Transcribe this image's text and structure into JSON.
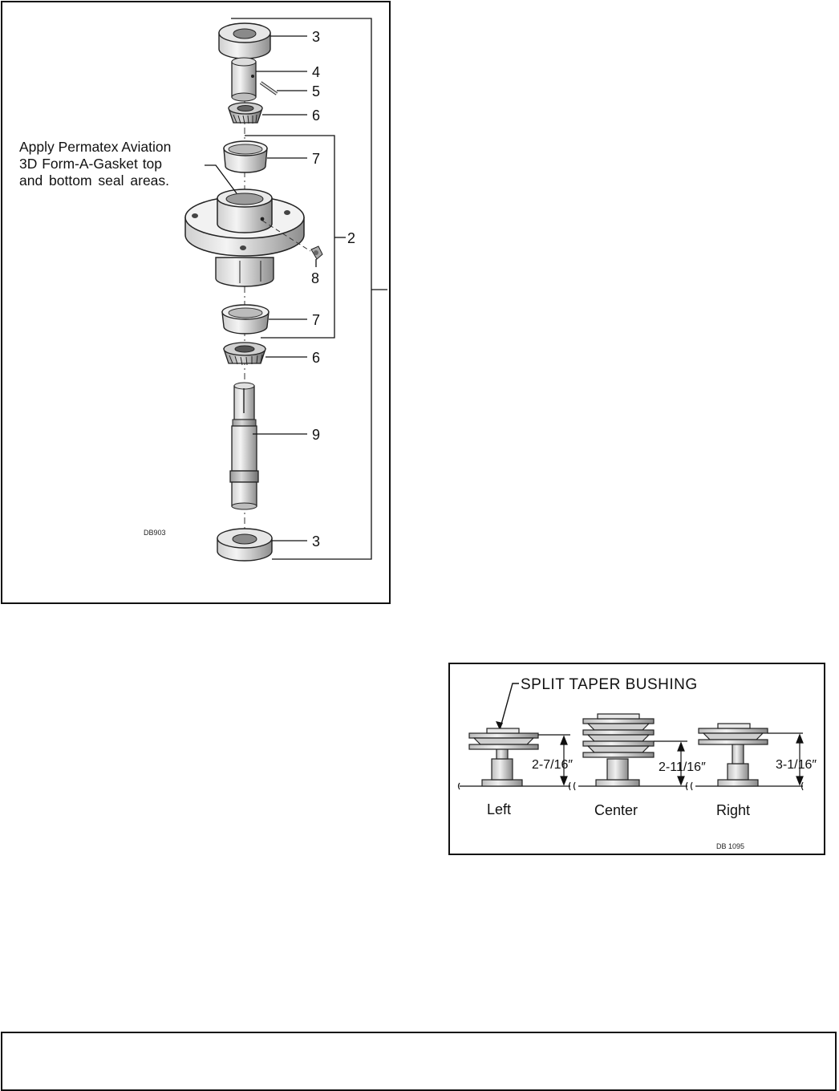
{
  "spindle_figure": {
    "note_lines": [
      "Apply Permatex Aviation",
      "3D Form-A-Gasket top",
      "and bottom seal areas."
    ],
    "callouts": {
      "seal_top": "3",
      "spacer": "4",
      "pin": "5",
      "bearing_top": "6",
      "cup_top": "7",
      "hub_assembly": "2",
      "grease_fitting": "8",
      "cup_bottom": "7",
      "bearing_bottom": "6",
      "shaft": "9",
      "seal_bottom": "3"
    },
    "code": "DB903"
  },
  "pulley_figure": {
    "title": "SPLIT TAPER BUSHING",
    "pulleys": [
      {
        "label": "Left",
        "height": "2-7/16″"
      },
      {
        "label": "Center",
        "height": "2-11/16″"
      },
      {
        "label": "Right",
        "height": "3-1/16″"
      }
    ],
    "code": "DB 1095"
  }
}
